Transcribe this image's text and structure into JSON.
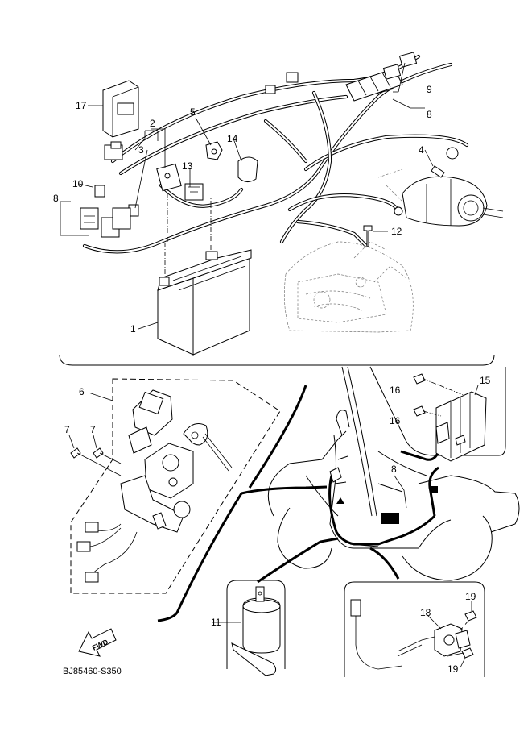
{
  "diagram_code": "BJ85460-S350",
  "fwd_label": "FWD",
  "callouts": {
    "c1": "1",
    "c2": "2",
    "c3": "3",
    "c4": "4",
    "c5": "5",
    "c6": "6",
    "c7a": "7",
    "c7b": "7",
    "c8a": "8",
    "c8b": "8",
    "c8c": "8",
    "c9": "9",
    "c10": "10",
    "c11": "11",
    "c12": "12",
    "c13": "13",
    "c14": "14",
    "c15": "15",
    "c16a": "16",
    "c16b": "16",
    "c17": "17",
    "c18": "18",
    "c19a": "19",
    "c19b": "19"
  }
}
